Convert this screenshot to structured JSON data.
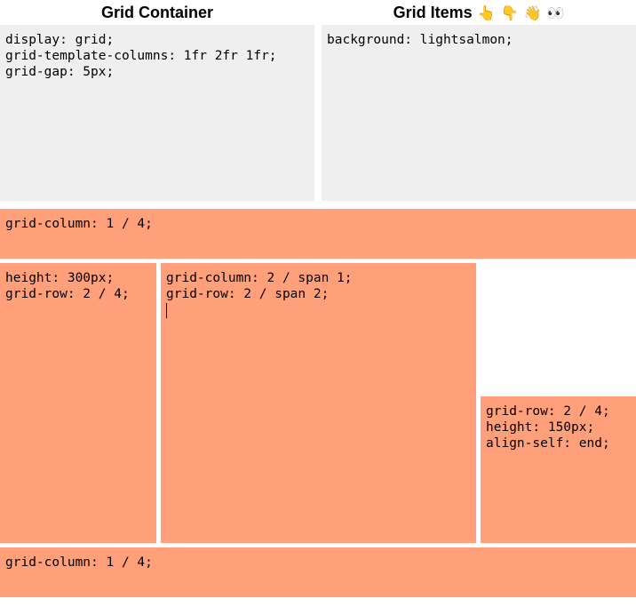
{
  "headings": {
    "container": "Grid Container",
    "items": "Grid Items",
    "emojis": [
      "👆",
      "👇",
      "👋",
      "👀"
    ]
  },
  "editors": {
    "container_css": "display: grid;\ngrid-template-columns: 1fr 2fr 1fr;\ngrid-gap: 5px;",
    "items_css": "background: lightsalmon;"
  },
  "items": [
    {
      "text": "grid-column: 1 / 4;"
    },
    {
      "text": "height: 300px;\ngrid-row: 2 / 4;"
    },
    {
      "text": "grid-column: 2 / span 1;\ngrid-row: 2 / span 2;"
    },
    {
      "text": "grid-row: 2 / 4;\nheight: 150px;\nalign-self: end;"
    },
    {
      "text": "grid-column: 1 / 4;"
    }
  ],
  "colors": {
    "item_background": "#ffa07a",
    "editor_background": "#efefef"
  }
}
